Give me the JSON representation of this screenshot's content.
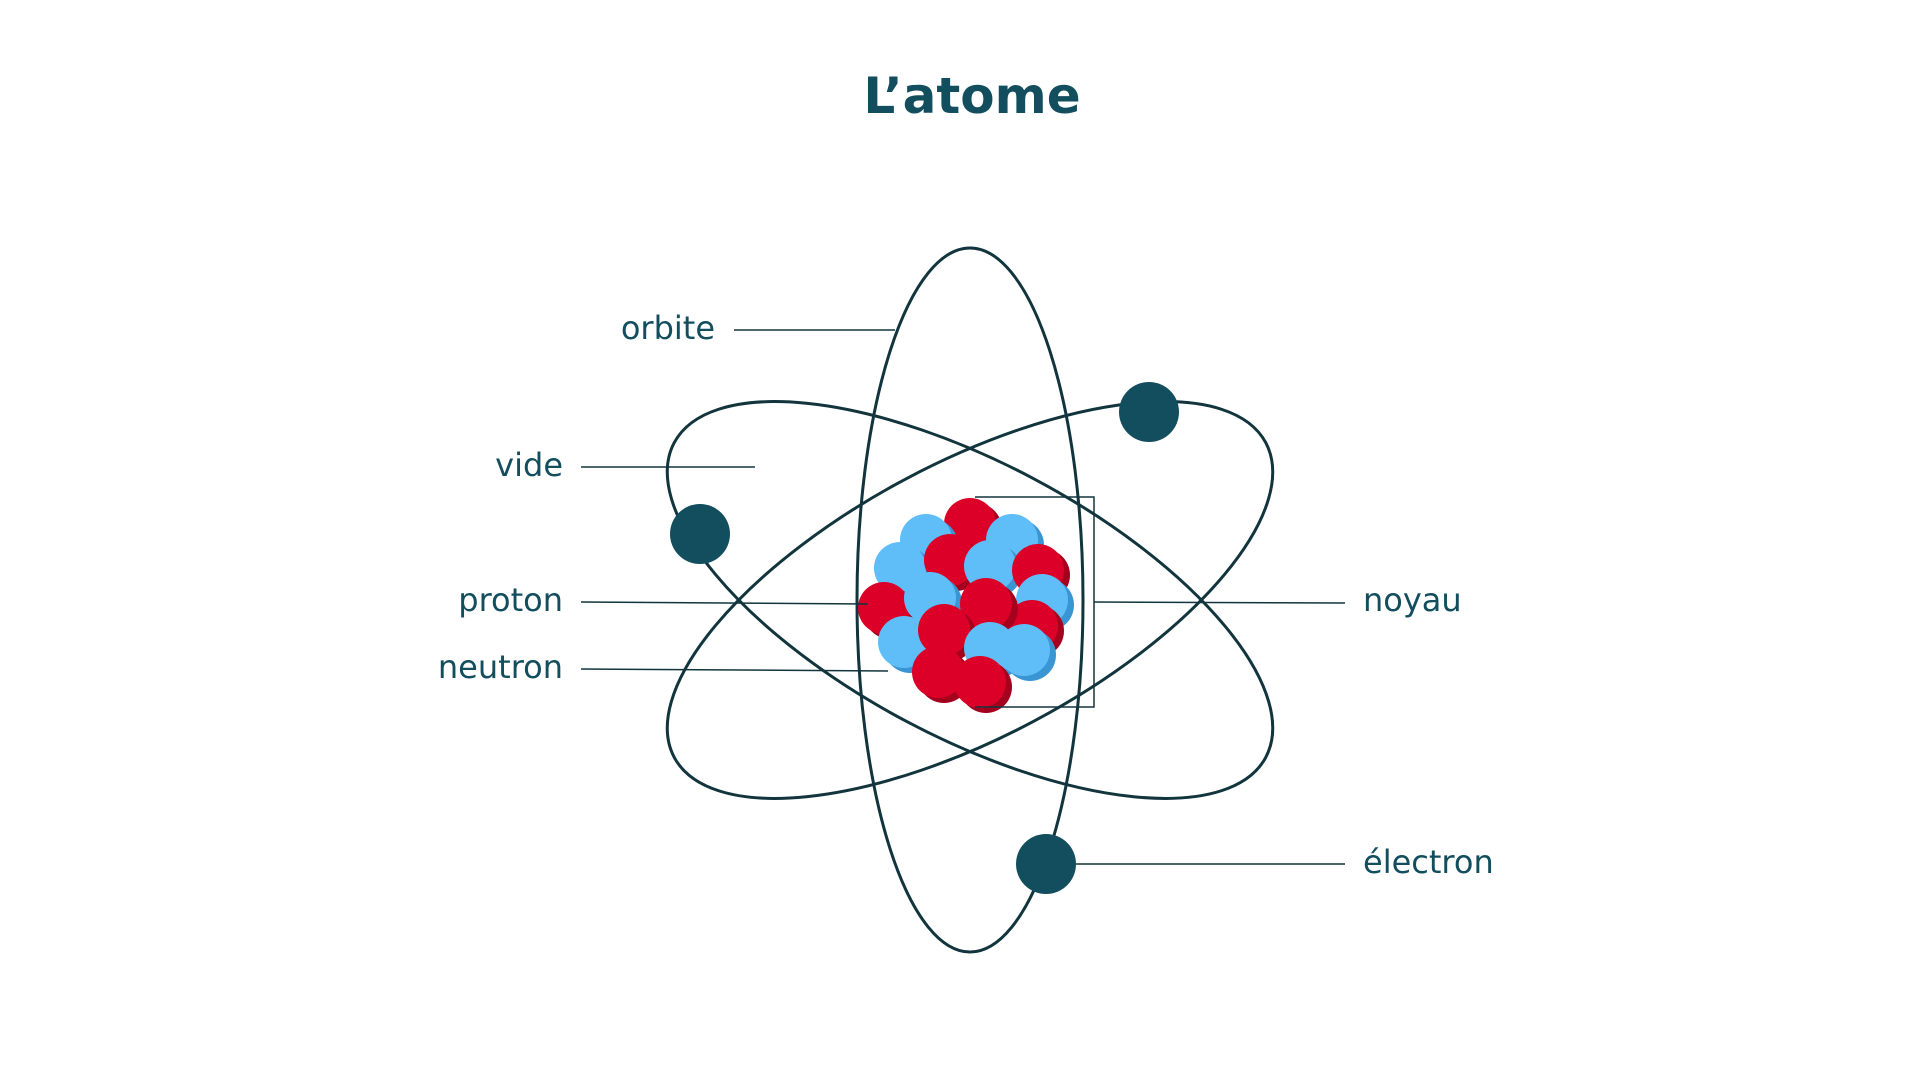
{
  "title": "L’atome",
  "labels": {
    "orbit": "orbite",
    "void": "vide",
    "proton": "proton",
    "neutron": "neutron",
    "nucleus": "noyau",
    "electron": "électron"
  },
  "colors": {
    "text": "#134e5e",
    "line": "#12353d",
    "electron": "#134e5e",
    "proton": "#dc0028",
    "proton_shade": "#a5001d",
    "neutron": "#5fbdf8",
    "neutron_shade": "#3a96d3"
  }
}
